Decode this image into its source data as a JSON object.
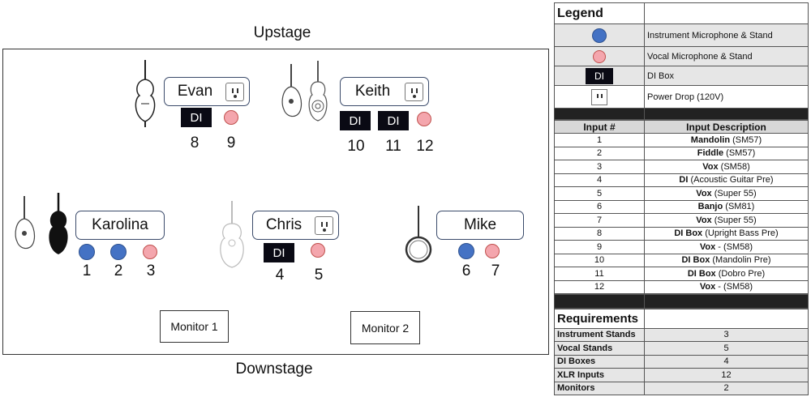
{
  "stage": {
    "upstage_label": "Upstage",
    "downstage_label": "Downstage",
    "performers": {
      "evan": "Evan",
      "keith": "Keith",
      "karolina": "Karolina",
      "chris": "Chris",
      "mike": "Mike"
    },
    "di_label": "DI",
    "numbers": [
      "1",
      "2",
      "3",
      "4",
      "5",
      "6",
      "7",
      "8",
      "9",
      "10",
      "11",
      "12"
    ],
    "monitors": [
      "Monitor  1",
      "Monitor 2"
    ]
  },
  "legend": {
    "title": "Legend",
    "di_symbol": "DI",
    "items": [
      "Instrument Microphone & Stand",
      "Vocal Microphone & Stand",
      "DI Box",
      "Power Drop (120V)"
    ]
  },
  "inputs": {
    "headers": [
      "Input #",
      "Input Description"
    ],
    "rows": [
      {
        "num": "1",
        "bold": "Mandolin",
        "rest": " (SM57)"
      },
      {
        "num": "2",
        "bold": "Fiddle",
        "rest": " (SM57)"
      },
      {
        "num": "3",
        "bold": "Vox",
        "rest": " (SM58)"
      },
      {
        "num": "4",
        "bold": "DI",
        "rest": " (Acoustic Guitar Pre)"
      },
      {
        "num": "5",
        "bold": "Vox",
        "rest": " (Super 55)"
      },
      {
        "num": "6",
        "bold": "Banjo",
        "rest": " (SM81)"
      },
      {
        "num": "7",
        "bold": "Vox",
        "rest": " (Super 55)"
      },
      {
        "num": "8",
        "bold": "DI Box",
        "rest": " (Upright Bass Pre)"
      },
      {
        "num": "9",
        "bold": "Vox",
        "rest": " - (SM58)"
      },
      {
        "num": "10",
        "bold": "DI Box",
        "rest": " (Mandolin Pre)"
      },
      {
        "num": "11",
        "bold": "DI Box",
        "rest": " (Dobro Pre)"
      },
      {
        "num": "12",
        "bold": "Vox",
        "rest": " - (SM58)"
      }
    ]
  },
  "requirements": {
    "title": "Requirements",
    "rows": [
      {
        "label": "Instrument Stands",
        "value": "3"
      },
      {
        "label": "Vocal Stands",
        "value": "5"
      },
      {
        "label": "DI Boxes",
        "value": "4"
      },
      {
        "label": "XLR Inputs",
        "value": "12"
      },
      {
        "label": "Monitors",
        "value": "2"
      }
    ]
  },
  "colors": {
    "instrument_mic": "#4472c4",
    "vocal_mic": "#f4a6ad",
    "di_box": "#0a0a14"
  }
}
